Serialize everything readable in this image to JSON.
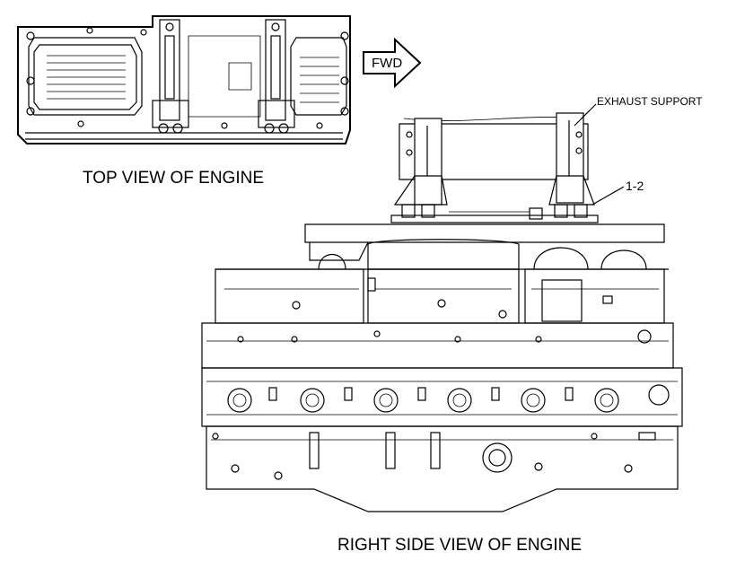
{
  "labels": {
    "top_view_caption": "TOP VIEW OF ENGINE",
    "side_view_caption": "RIGHT SIDE VIEW OF ENGINE",
    "direction_arrow": "FWD",
    "exhaust_support": "EXHAUST SUPPORT",
    "callout": "1-2"
  },
  "colors": {
    "line": "#000000",
    "background": "#ffffff"
  }
}
